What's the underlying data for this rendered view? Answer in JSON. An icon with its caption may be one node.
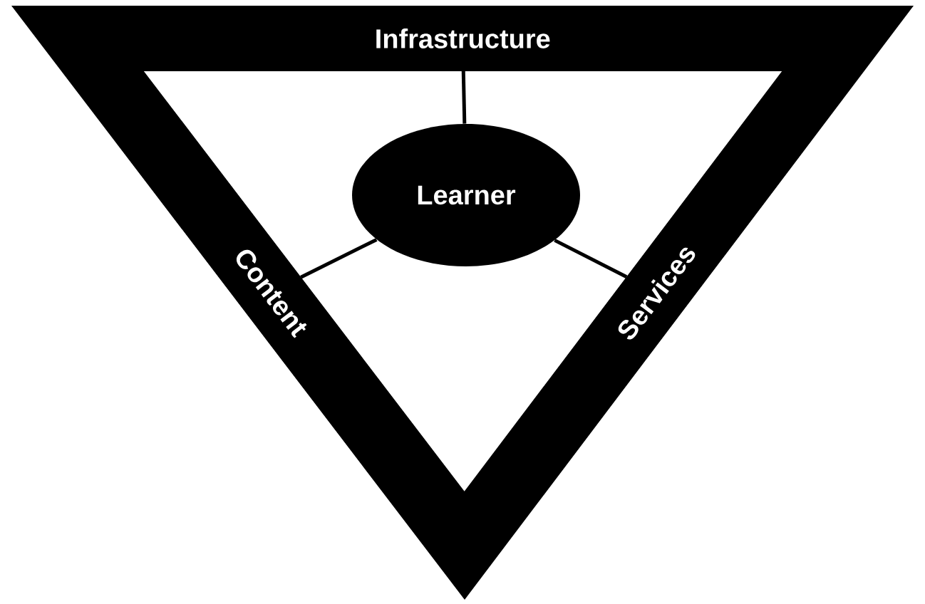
{
  "diagram": {
    "nodes": [
      {
        "text": [
          "Infrastructure"
        ]
      },
      {
        "text": [
          "Learner"
        ]
      },
      {
        "text": [
          "Content"
        ]
      },
      {
        "text": [
          "Services"
        ]
      }
    ],
    "edges": [
      {
        "from": 1,
        "to": 0,
        "arrow": "none"
      },
      {
        "from": 1,
        "to": 2,
        "arrow": "none"
      },
      {
        "from": 1,
        "to": 3,
        "arrow": "none"
      }
    ]
  }
}
